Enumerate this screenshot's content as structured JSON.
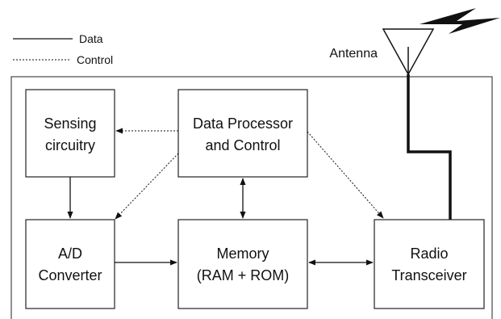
{
  "legend": {
    "data_label": "Data",
    "control_label": "Control"
  },
  "antenna": {
    "label": "Antenna"
  },
  "blocks": {
    "sensing": [
      "Sensing",
      "circuitry"
    ],
    "processor": [
      "Data Processor",
      "and Control"
    ],
    "adc": [
      "A/D",
      "Converter"
    ],
    "memory": [
      "Memory",
      "(RAM + ROM)"
    ],
    "radio": [
      "Radio",
      "Transceiver"
    ]
  }
}
